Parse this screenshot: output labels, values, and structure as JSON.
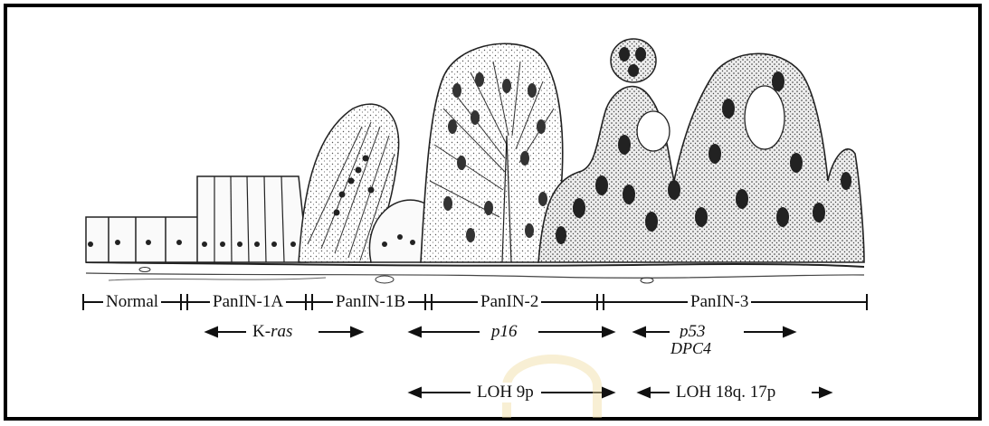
{
  "stages": [
    {
      "label": "Normal"
    },
    {
      "label": "PanIN-1A"
    },
    {
      "label": "PanIN-1B"
    },
    {
      "label": "PanIN-2"
    },
    {
      "label": "PanIN-3"
    }
  ],
  "genes": {
    "kras_prefix": "K-",
    "kras_italic": "ras",
    "p16": "p16",
    "p53": "p53",
    "dpc4": "DPC4"
  },
  "loh": {
    "loh9p": "LOH 9p",
    "loh18q17p": "LOH 18q. 17p"
  }
}
